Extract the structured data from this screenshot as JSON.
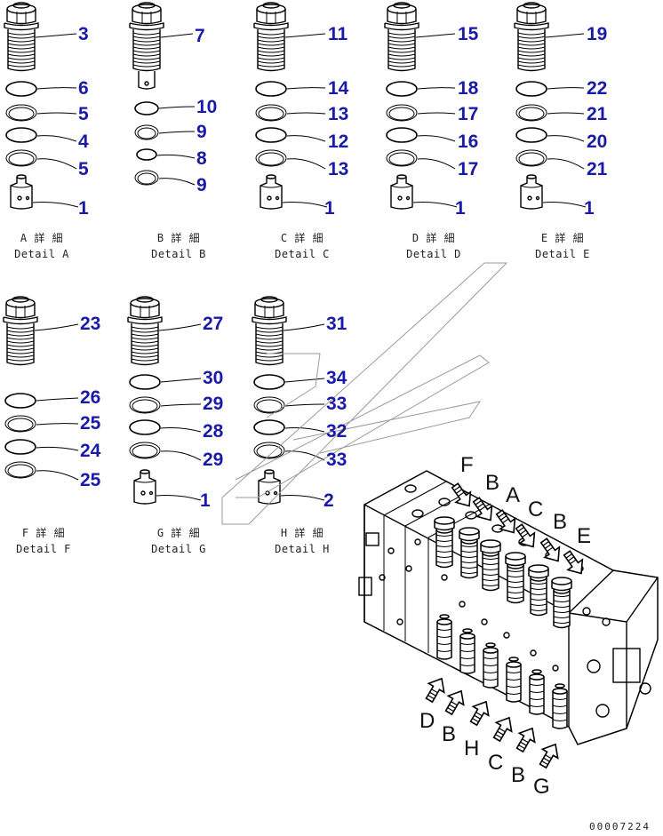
{
  "details": [
    {
      "id": "A",
      "title": "A 詳 細",
      "subtitle": "Detail A",
      "parts": [
        "3",
        "6",
        "5",
        "4",
        "5",
        "1"
      ]
    },
    {
      "id": "B",
      "title": "B 詳 細",
      "subtitle": "Detail B",
      "parts": [
        "7",
        "10",
        "9",
        "8",
        "9"
      ]
    },
    {
      "id": "C",
      "title": "C 詳 細",
      "subtitle": "Detail C",
      "parts": [
        "11",
        "14",
        "13",
        "12",
        "13",
        "1"
      ]
    },
    {
      "id": "D",
      "title": "D 詳 細",
      "subtitle": "Detail D",
      "parts": [
        "15",
        "18",
        "17",
        "16",
        "17",
        "1"
      ]
    },
    {
      "id": "E",
      "title": "E 詳 細",
      "subtitle": "Detail E",
      "parts": [
        "19",
        "22",
        "21",
        "20",
        "21",
        "1"
      ]
    },
    {
      "id": "F",
      "title": "F 詳 細",
      "subtitle": "Detail F",
      "parts": [
        "23",
        "26",
        "25",
        "24",
        "25"
      ]
    },
    {
      "id": "G",
      "title": "G 詳 細",
      "subtitle": "Detail G",
      "parts": [
        "27",
        "30",
        "29",
        "28",
        "29",
        "1"
      ]
    },
    {
      "id": "H",
      "title": "H 詳 細",
      "subtitle": "Detail H",
      "parts": [
        "31",
        "34",
        "33",
        "32",
        "33",
        "2"
      ]
    }
  ],
  "view_arrows": {
    "top": [
      "F",
      "B",
      "A",
      "C",
      "B",
      "E"
    ],
    "bottom": [
      "D",
      "B",
      "H",
      "C",
      "B",
      "G"
    ]
  },
  "drawing_code": "00007224",
  "colors": {
    "callout": "#1a1aa8",
    "line": "#000000"
  }
}
